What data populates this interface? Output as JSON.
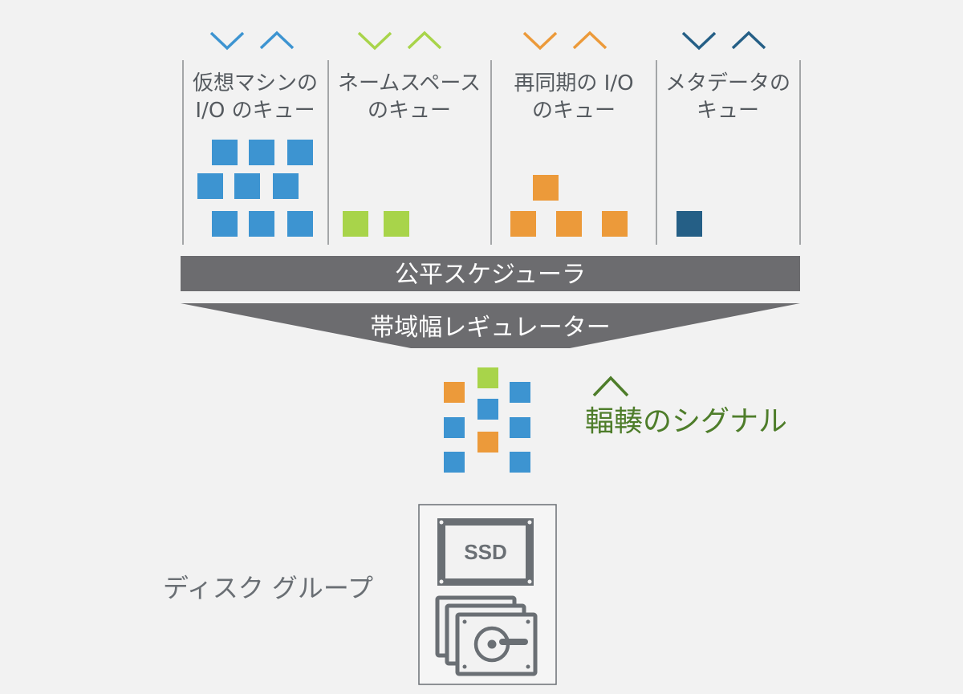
{
  "queues": [
    {
      "label_line1": "仮想マシンの",
      "label_line2": "I/O のキュー",
      "color": "#3d94d1"
    },
    {
      "label_line1": "ネームスペース",
      "label_line2": "のキュー",
      "color": "#a8d44a"
    },
    {
      "label_line1": "再同期の I/O",
      "label_line2": "のキュー",
      "color": "#ec9a3a"
    },
    {
      "label_line1": "メタデータの",
      "label_line2": "キュー",
      "color": "#255f86"
    }
  ],
  "scheduler": {
    "label": "公平スケジューラ",
    "color": "#6c6c6f"
  },
  "regulator": {
    "label": "帯域幅レギュレーター",
    "color": "#6c6c6f"
  },
  "congestion": {
    "label": "輻輳のシグナル",
    "color": "#4e7d2a"
  },
  "disk_group": {
    "label": "ディスク グループ",
    "ssd_label": "SSD"
  }
}
